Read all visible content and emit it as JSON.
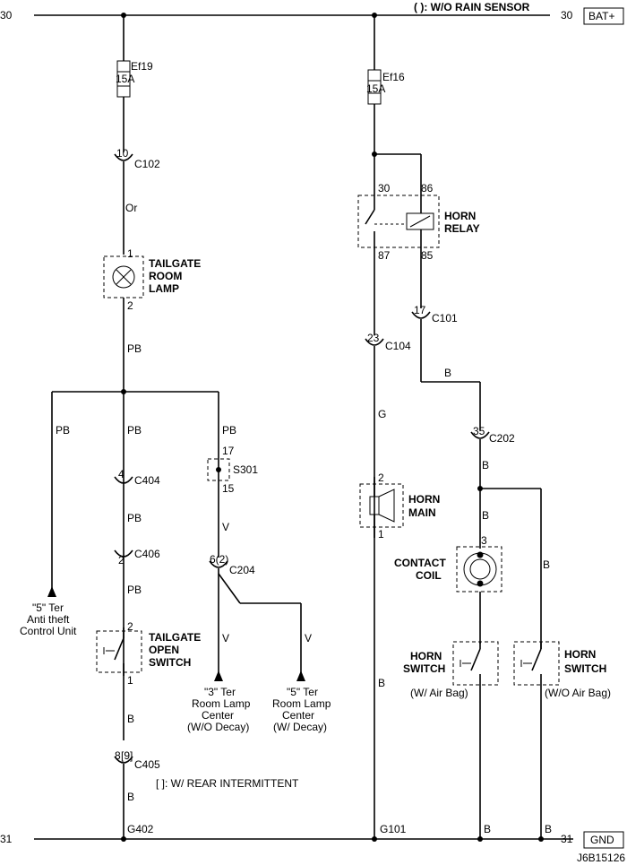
{
  "header": {
    "rail_top_left": "30",
    "rail_top_right": "30",
    "rail_top_label": "BAT+",
    "note_top": "( ): W/O RAIN SENSOR"
  },
  "footer": {
    "rail_bottom_left": "31",
    "rail_bottom_right": "31",
    "rail_bottom_label": "GND",
    "figure_id": "J6B15126",
    "note_bracket": "[ ]: W/ REAR INTERMITTENT"
  },
  "fuses": {
    "ef19_name": "Ef19",
    "ef19_rating": "15A",
    "ef16_name": "Ef16",
    "ef16_rating": "15A"
  },
  "connectors": {
    "c102_pin": "10",
    "c102_name": "C102",
    "c404_pin": "4",
    "c404_name": "C404",
    "c406_pin": "2",
    "c406_name": "C406",
    "c405_pin": "8",
    "c405_pin_alt": "[9]",
    "c405_name": "C405",
    "c204_pin": "6(2)",
    "c204_name": "C204",
    "c104_pin": "23",
    "c104_name": "C104",
    "c101_pin": "17",
    "c101_name": "C101",
    "c202_pin": "35",
    "c202_name": "C202",
    "s301_name": "S301",
    "s301_pin_top": "17",
    "s301_pin_bottom": "15"
  },
  "wires": {
    "or": "Or",
    "pb": "PB",
    "v": "V",
    "b": "B",
    "g": "G"
  },
  "components": {
    "tailgate_lamp": [
      "TAILGATE",
      "ROOM",
      "LAMP"
    ],
    "tailgate_lamp_pin1": "1",
    "tailgate_lamp_pin2": "2",
    "tailgate_switch": [
      "TAILGATE",
      "OPEN",
      "SWITCH"
    ],
    "tailgate_switch_pin2": "2",
    "tailgate_switch_pin1": "1",
    "horn_relay": [
      "HORN",
      "RELAY"
    ],
    "relay_pin_30": "30",
    "relay_pin_86": "86",
    "relay_pin_87": "87",
    "relay_pin_85": "85",
    "horn_main": [
      "HORN",
      "MAIN"
    ],
    "horn_main_pin2": "2",
    "horn_main_pin1": "1",
    "contact_coil": [
      "CONTACT",
      "COIL"
    ],
    "contact_coil_pin": "3",
    "horn_switch_airbag": [
      "HORN",
      "SWITCH"
    ],
    "horn_switch_airbag_note": "(W/ Air Bag)",
    "horn_switch_noairbag": [
      "HORN",
      "SWITCH"
    ],
    "horn_switch_noairbag_note": "(W/O Air Bag)"
  },
  "destinations": {
    "antitheft": [
      "\"5\" Ter",
      "Anti theft",
      "Control Unit"
    ],
    "room_center_wo": [
      "\"3\" Ter",
      "Room Lamp",
      "Center",
      "(W/O Decay)"
    ],
    "room_center_w": [
      "\"5\" Ter",
      "Room Lamp",
      "Center",
      "(W/ Decay)"
    ]
  },
  "grounds": {
    "g402": "G402",
    "g101": "G101"
  }
}
